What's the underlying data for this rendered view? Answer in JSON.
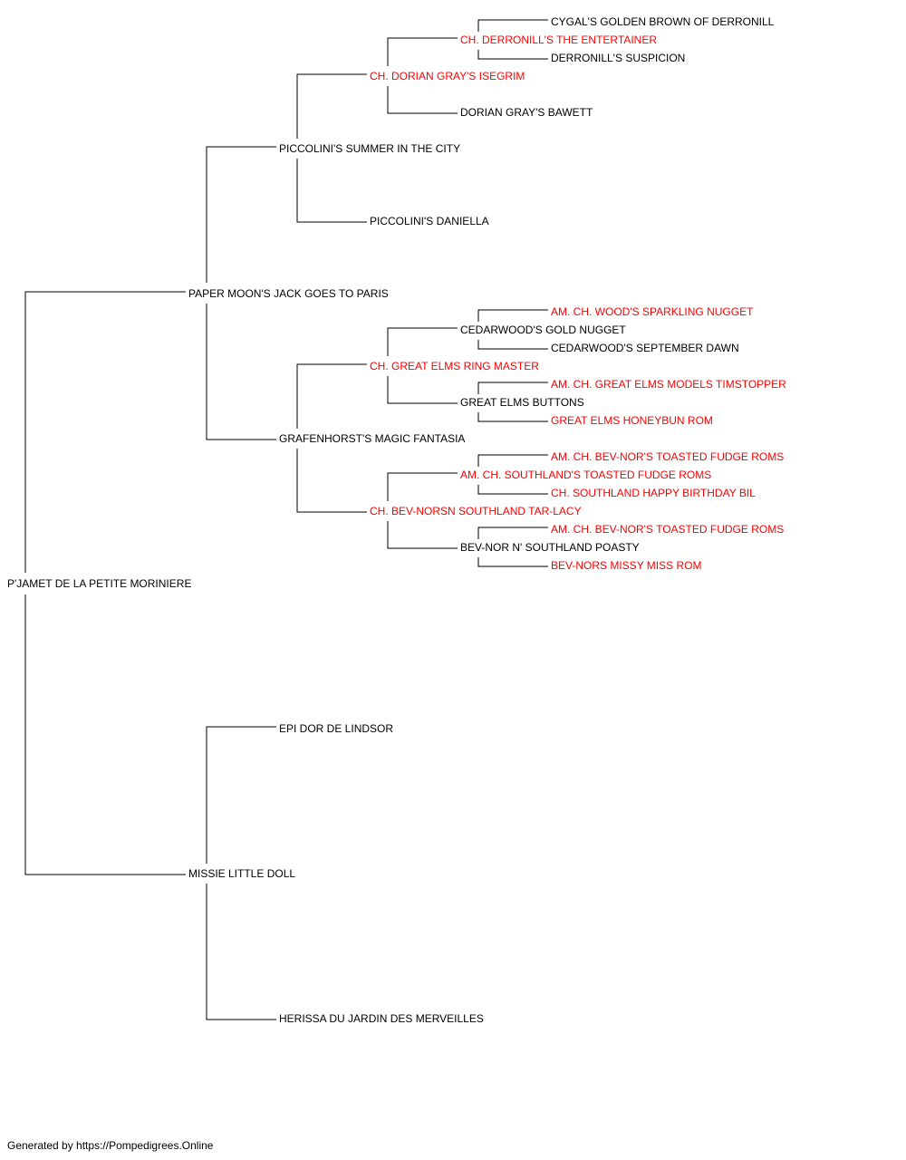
{
  "colors": {
    "line": "#000000",
    "text": "#000000",
    "champion": "#ff0000"
  },
  "pedigree": {
    "subject": "P'JAMET DE LA PETITE MORINIERE",
    "sire": "PAPER MOON'S JACK GOES TO PARIS",
    "dam": "MISSIE LITTLE DOLL",
    "ss": "PICCOLINI'S SUMMER IN THE CITY",
    "sd": "GRAFENHORST'S MAGIC FANTASIA",
    "ds": "EPI DOR DE LINDSOR",
    "dd": "HERISSA DU JARDIN DES MERVEILLES",
    "sss": "CH. DORIAN GRAY'S ISEGRIM",
    "ssd": "PICCOLINI'S DANIELLA",
    "sds": "CH. GREAT ELMS RING MASTER",
    "sdd": "CH. BEV-NORSN SOUTHLAND TAR-LACY",
    "ssss": "CH. DERRONILL'S THE ENTERTAINER",
    "sssd": "DORIAN GRAY'S BAWETT",
    "sdss": "CEDARWOOD'S GOLD NUGGET",
    "sdsd": "GREAT ELMS BUTTONS",
    "sdds": "AM. CH. SOUTHLAND'S TOASTED FUDGE ROMS",
    "sddd": "BEV-NOR N' SOUTHLAND POASTY",
    "sssss": "CYGAL'S GOLDEN BROWN OF DERRONILL",
    "ssssd": "DERRONILL'S SUSPICION",
    "sdsss": "AM. CH. WOOD'S SPARKLING NUGGET",
    "sdssd": "CEDARWOOD'S SEPTEMBER DAWN",
    "sdsds": "AM. CH. GREAT ELMS MODELS TIMSTOPPER",
    "sdsdd": "GREAT ELMS HONEYBUN ROM",
    "sddss": "AM. CH. BEV-NOR'S TOASTED FUDGE ROMS",
    "sddsd": "CH. SOUTHLAND HAPPY BIRTHDAY BIL",
    "sddds": "AM. CH. BEV-NOR'S TOASTED FUDGE ROMS",
    "sdddd": "BEV-NORS MISSY MISS ROM"
  },
  "footer": "Generated by https://Pompedigrees.Online"
}
